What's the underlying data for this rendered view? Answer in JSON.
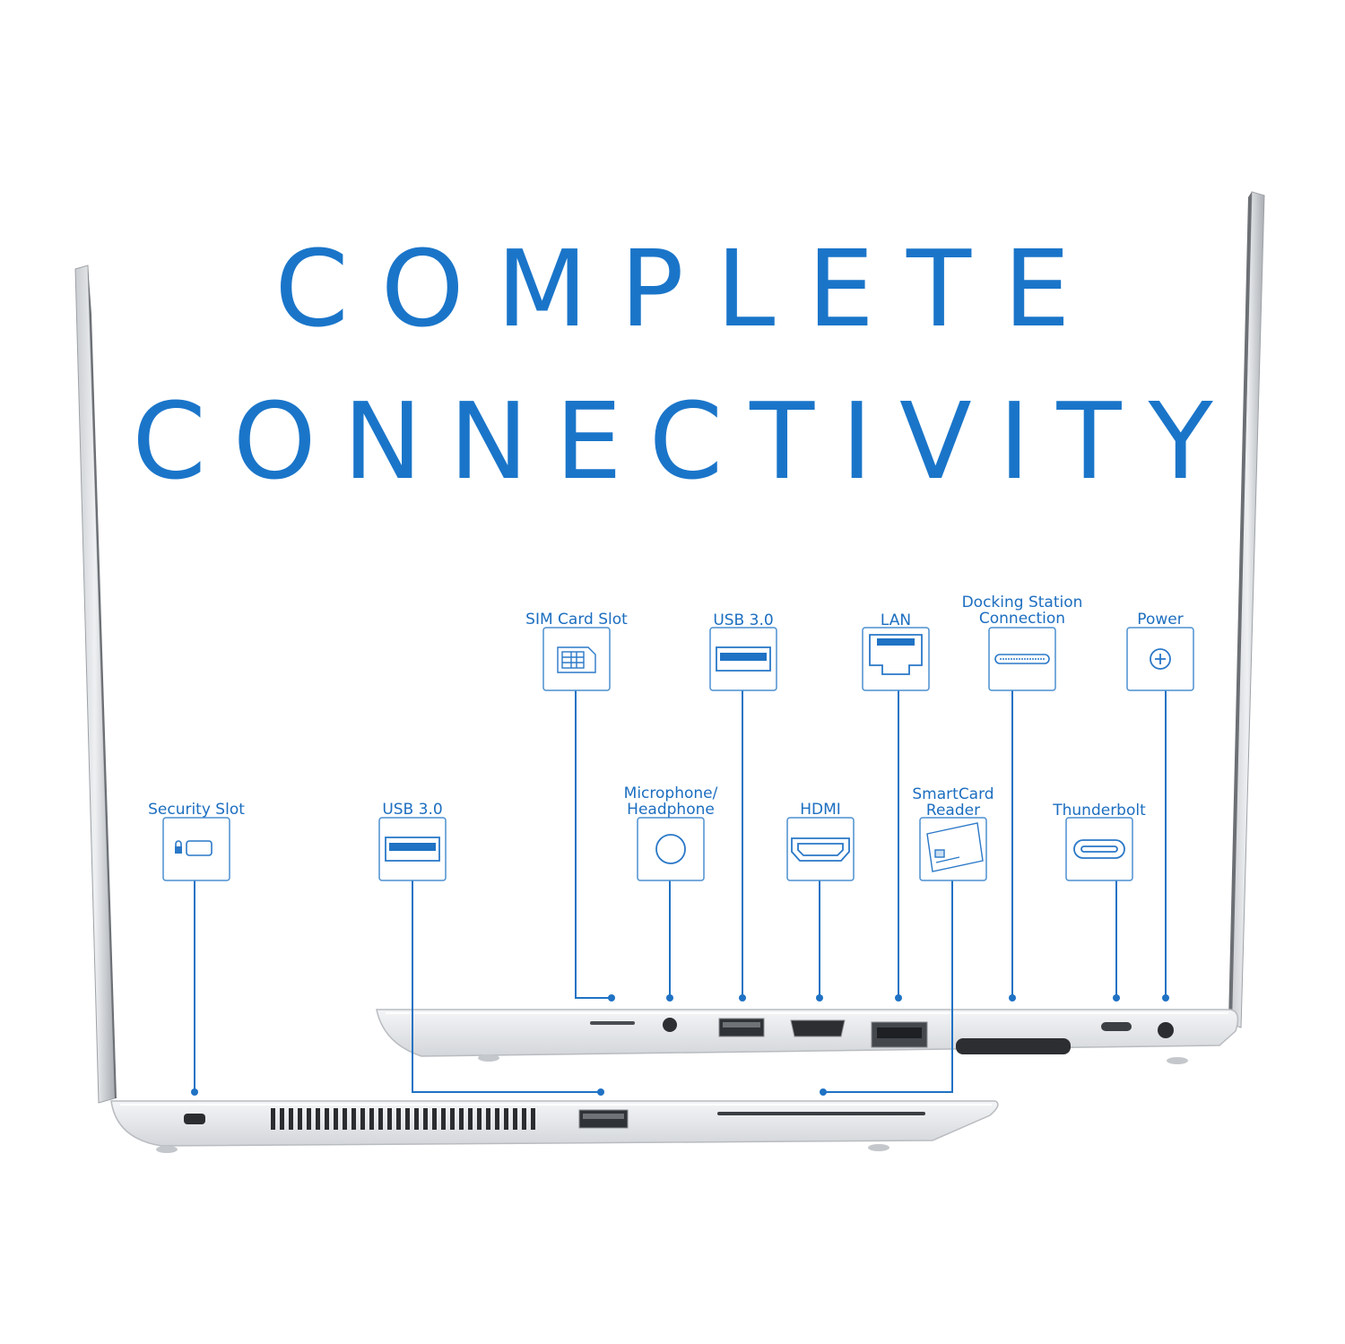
{
  "headline": {
    "line1": "COMPLETE",
    "line2": "CONNECTIVITY"
  },
  "colors": {
    "accent": "#1a75c9",
    "label": "#1c6ec0",
    "chassis": "#e7e9ec",
    "bezel": "#a8acb1"
  },
  "ports": [
    {
      "id": "security-slot",
      "label": "Security Slot",
      "icon": "lock-slot-icon"
    },
    {
      "id": "usb-left",
      "label": "USB 3.0",
      "icon": "usb-a-icon"
    },
    {
      "id": "sim",
      "label": "SIM Card Slot",
      "icon": "sim-card-icon"
    },
    {
      "id": "audio",
      "label": "Microphone/\nHeadphone",
      "icon": "audio-jack-icon"
    },
    {
      "id": "usb-right",
      "label": "USB 3.0",
      "icon": "usb-a-icon"
    },
    {
      "id": "hdmi",
      "label": "HDMI",
      "icon": "hdmi-icon"
    },
    {
      "id": "lan",
      "label": "LAN",
      "icon": "ethernet-icon"
    },
    {
      "id": "smartcard",
      "label": "SmartCard\nReader",
      "icon": "smartcard-icon"
    },
    {
      "id": "docking",
      "label": "Docking Station\nConnection",
      "icon": "docking-connector-icon"
    },
    {
      "id": "thunderbolt",
      "label": "Thunderbolt",
      "icon": "usb-c-icon"
    },
    {
      "id": "power",
      "label": "Power",
      "icon": "power-jack-icon"
    }
  ]
}
